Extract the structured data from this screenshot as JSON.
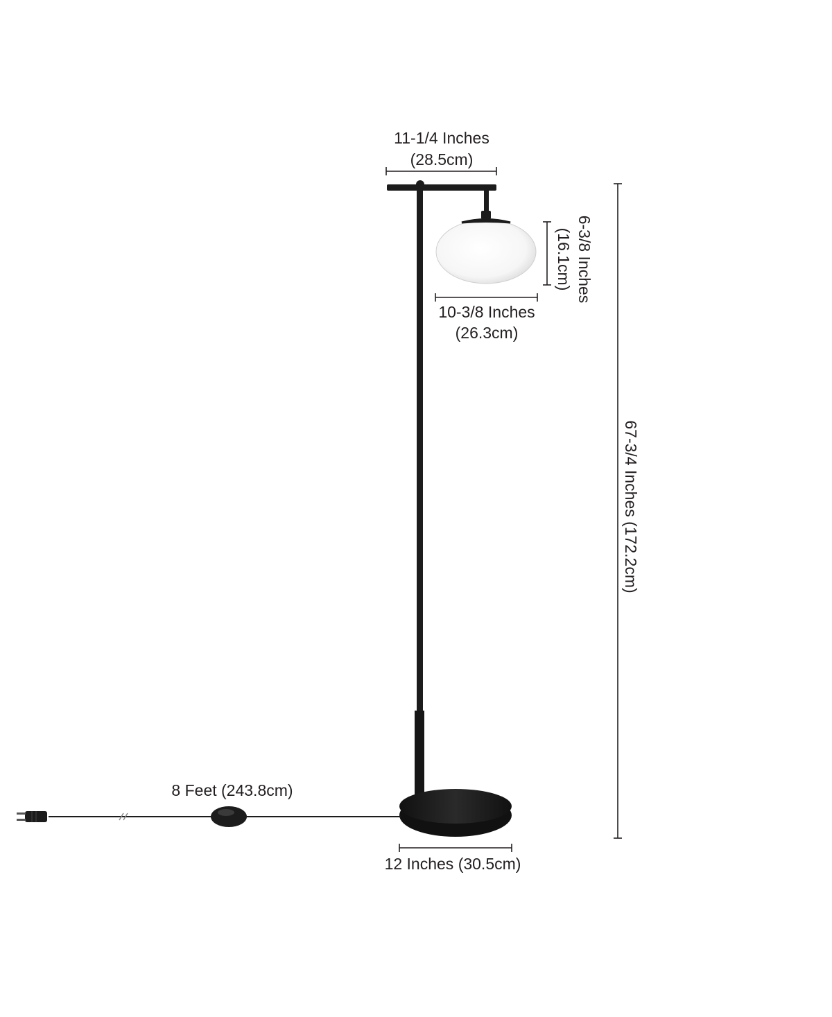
{
  "dimensions": {
    "arm_width": {
      "line1": "11-1/4 Inches",
      "line2": "(28.5cm)"
    },
    "shade_height": {
      "line1": "6-3/8 Inches",
      "line2": "(16.1cm)"
    },
    "shade_width": {
      "line1": "10-3/8 Inches",
      "line2": "(26.3cm)"
    },
    "total_height": {
      "label": "67-3/4 Inches (172.2cm)"
    },
    "cord_length": {
      "label": "8 Feet (243.8cm)"
    },
    "base_diameter": {
      "label": "12 Inches (30.5cm)"
    }
  },
  "colors": {
    "lamp_metal": "#1c1c1c",
    "shade_glass": "#f7f7f7",
    "annotation": "#231f20",
    "background": "#ffffff"
  }
}
